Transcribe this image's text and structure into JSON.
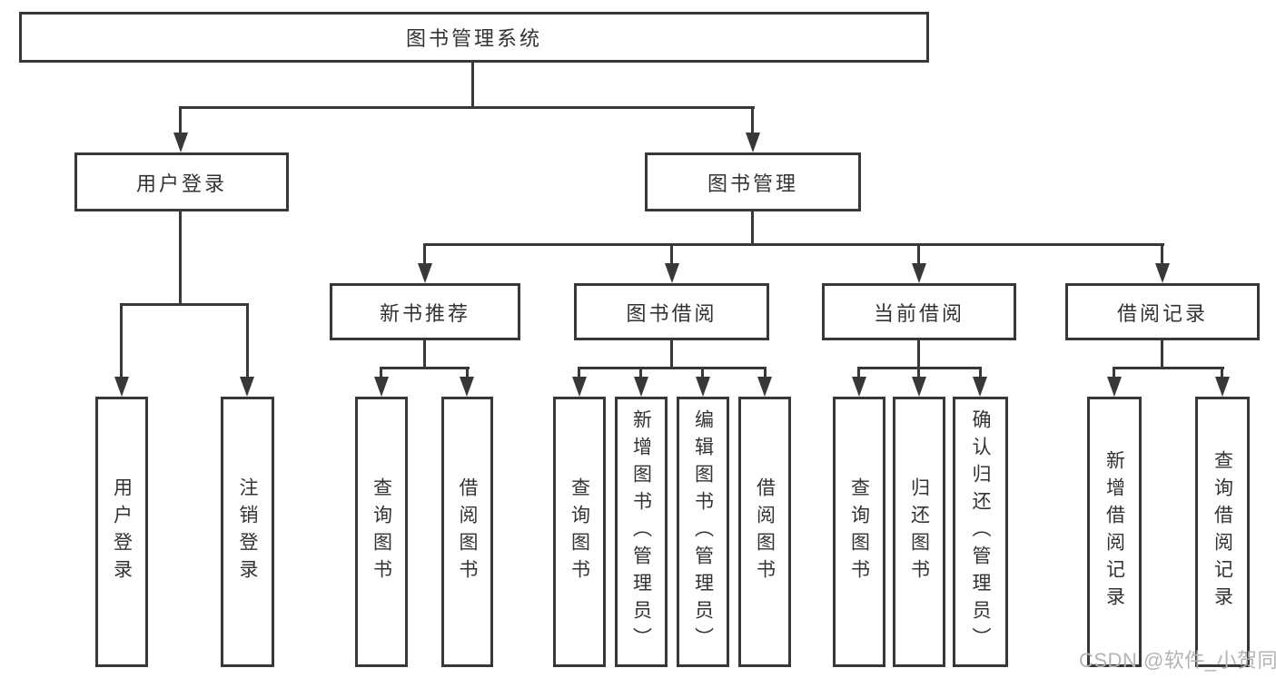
{
  "diagram": {
    "title": "图书管理系统",
    "level2": [
      {
        "label": "用户登录"
      },
      {
        "label": "图书管理"
      }
    ],
    "level3": [
      {
        "label": "新书推荐"
      },
      {
        "label": "图书借阅"
      },
      {
        "label": "当前借阅"
      },
      {
        "label": "借阅记录"
      }
    ],
    "leaves": [
      {
        "label": "用户登录"
      },
      {
        "label": "注销登录"
      },
      {
        "label": "查询图书"
      },
      {
        "label": "借阅图书"
      },
      {
        "label": "查询图书"
      },
      {
        "label": "新增图书（管理员）"
      },
      {
        "label": "编辑图书（管理员）"
      },
      {
        "label": "借阅图书"
      },
      {
        "label": "查询图书"
      },
      {
        "label": "归还图书"
      },
      {
        "label": "确认归还（管理员）"
      },
      {
        "label": "新增借阅记录"
      },
      {
        "label": "查询借阅记录"
      }
    ]
  },
  "watermark": {
    "text": "CSDN @软件_小贺同学"
  },
  "colors": {
    "line": "#383838",
    "border": "#383838",
    "text": "#333333",
    "watermark": "#b3b3b3",
    "background": "#ffffff"
  }
}
